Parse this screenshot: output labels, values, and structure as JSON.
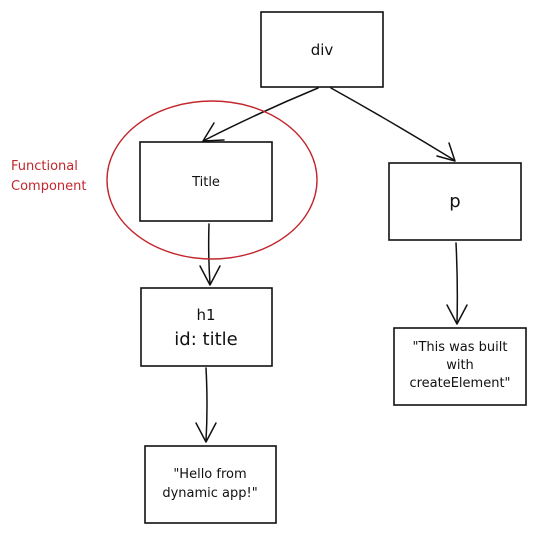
{
  "nodes": {
    "div": {
      "label": "div"
    },
    "title": {
      "label": "Title"
    },
    "p": {
      "label": "p"
    },
    "h1": {
      "line1": "h1",
      "line2": "id: title"
    },
    "p_text": {
      "line1": "\"This was built",
      "line2": "with",
      "line3": "createElement\""
    },
    "h1_text": {
      "line1": "\"Hello from",
      "line2": "dynamic app!\""
    }
  },
  "annotation": {
    "line1": "Functional",
    "line2": "Component",
    "color": "#c1272d"
  },
  "colors": {
    "stroke": "#111111",
    "background": "#ffffff"
  }
}
